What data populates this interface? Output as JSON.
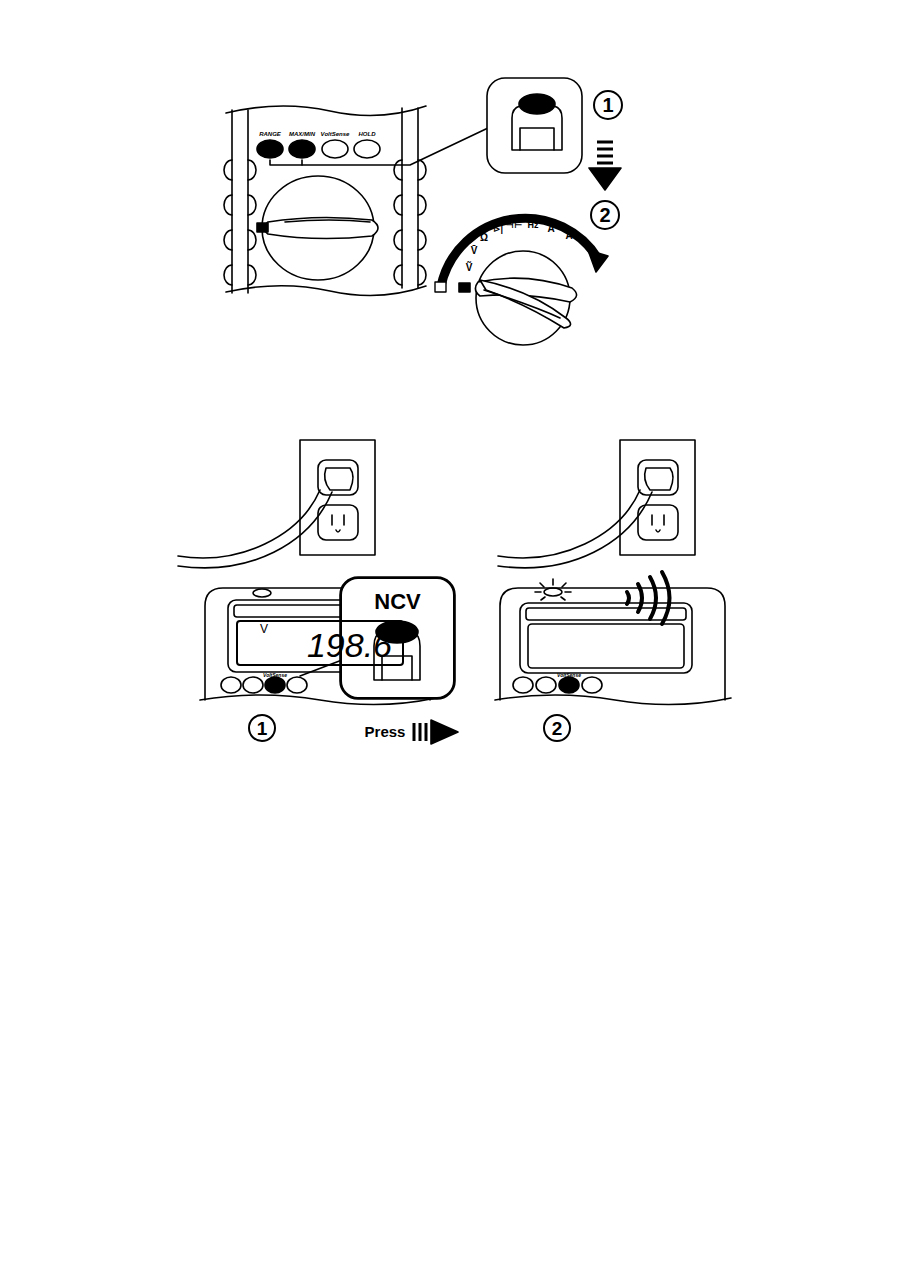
{
  "diagram": {
    "nodes": [
      {
        "text": [
          "1"
        ]
      },
      {
        "text": [
          "2"
        ]
      },
      {
        "text": [
          "V",
          "198.6"
        ]
      },
      {
        "text": [
          "NCV"
        ]
      },
      {
        "text": [
          "1"
        ]
      },
      {
        "text": [
          "2"
        ]
      }
    ],
    "labels": [
      "RANGE",
      "MAX/MIN",
      "VoltSense",
      "HOLD",
      "Ṽ",
      "V̄",
      "Ω",
      "⊳|",
      "⊣⊢",
      "Hz",
      "Ã",
      "Ā",
      "VoltSense",
      "Press",
      "VoltSense"
    ]
  }
}
